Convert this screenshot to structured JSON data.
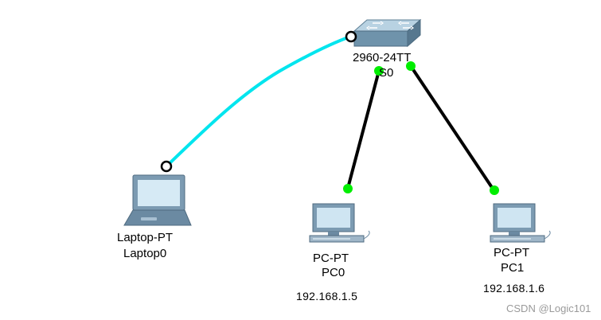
{
  "switch": {
    "model": "2960-24TT",
    "name": "S0"
  },
  "laptop": {
    "model": "Laptop-PT",
    "name": "Laptop0"
  },
  "pc0": {
    "model": "PC-PT",
    "name": "PC0",
    "ip": "192.168.1.5"
  },
  "pc1": {
    "model": "PC-PT",
    "name": "PC1",
    "ip": "192.168.1.6"
  },
  "links": [
    {
      "from": "Laptop0",
      "to": "S0",
      "type": "console",
      "color": "#00e5ee"
    },
    {
      "from": "PC0",
      "to": "S0",
      "type": "copper-straight-through",
      "color": "#000000"
    },
    {
      "from": "PC1",
      "to": "S0",
      "type": "copper-straight-through",
      "color": "#000000"
    }
  ],
  "colors": {
    "link_up": "#00ee00",
    "console_cable": "#00e5ee"
  },
  "watermark": "CSDN @Logic101"
}
